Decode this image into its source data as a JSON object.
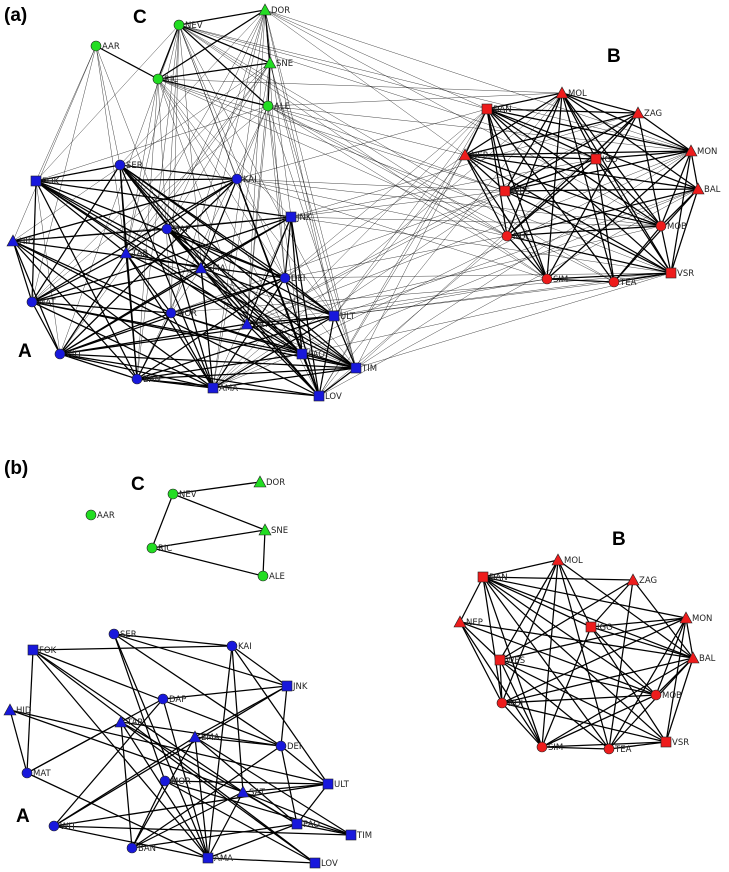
{
  "colors": {
    "A": "#1818dc",
    "B": "#ee1c1c",
    "C": "#22dd22"
  },
  "panels": [
    {
      "id": "a",
      "label": "(a)",
      "cluster_labels": {
        "A": "A",
        "B": "B",
        "C": "C"
      },
      "nodes": [
        {
          "id": "AAR",
          "label": "AAR",
          "group": "C",
          "shape": "circle"
        },
        {
          "id": "NEV",
          "label": "NEV",
          "group": "C",
          "shape": "circle"
        },
        {
          "id": "DOR",
          "label": "DOR",
          "group": "C",
          "shape": "triangle"
        },
        {
          "id": "SNE",
          "label": "SNE",
          "group": "C",
          "shape": "triangle"
        },
        {
          "id": "RIC",
          "label": "RIC",
          "group": "C",
          "shape": "circle"
        },
        {
          "id": "ALE",
          "label": "ALE",
          "group": "C",
          "shape": "circle"
        },
        {
          "id": "FOK",
          "label": "FOK",
          "group": "A",
          "shape": "square"
        },
        {
          "id": "SER",
          "label": "SER",
          "group": "A",
          "shape": "circle"
        },
        {
          "id": "KAI",
          "label": "KAI",
          "group": "A",
          "shape": "circle"
        },
        {
          "id": "JNK",
          "label": "JNK",
          "group": "A",
          "shape": "square"
        },
        {
          "id": "HID",
          "label": "HID",
          "group": "A",
          "shape": "triangle"
        },
        {
          "id": "DAP",
          "label": "DAP",
          "group": "A",
          "shape": "circle"
        },
        {
          "id": "TAR",
          "label": "TAR",
          "group": "A",
          "shape": "triangle"
        },
        {
          "id": "EMA",
          "label": "EMA",
          "group": "A",
          "shape": "triangle"
        },
        {
          "id": "DEI",
          "label": "DEI",
          "group": "A",
          "shape": "circle"
        },
        {
          "id": "MAT",
          "label": "MAT",
          "group": "A",
          "shape": "circle"
        },
        {
          "id": "MOR",
          "label": "MOR",
          "group": "A",
          "shape": "circle"
        },
        {
          "id": "SAT",
          "label": "SAT",
          "group": "A",
          "shape": "triangle"
        },
        {
          "id": "ULT",
          "label": "ULT",
          "group": "A",
          "shape": "square"
        },
        {
          "id": "WIT",
          "label": "WIT",
          "group": "A",
          "shape": "circle"
        },
        {
          "id": "BAN",
          "label": "BAN",
          "group": "A",
          "shape": "circle"
        },
        {
          "id": "AMA",
          "label": "AMA",
          "group": "A",
          "shape": "square"
        },
        {
          "id": "PAO",
          "label": "PAO",
          "group": "A",
          "shape": "square"
        },
        {
          "id": "TIM",
          "label": "TIM",
          "group": "A",
          "shape": "square"
        },
        {
          "id": "LOV",
          "label": "LOV",
          "group": "A",
          "shape": "square"
        },
        {
          "id": "DAN",
          "label": "DAN",
          "group": "B",
          "shape": "square"
        },
        {
          "id": "MOL",
          "label": "MOL",
          "group": "B",
          "shape": "triangle"
        },
        {
          "id": "ZAG",
          "label": "ZAG",
          "group": "B",
          "shape": "triangle"
        },
        {
          "id": "NEP",
          "label": "NEP",
          "group": "B",
          "shape": "triangle"
        },
        {
          "id": "IGO",
          "label": "IGO",
          "group": "B",
          "shape": "square"
        },
        {
          "id": "MON",
          "label": "MON",
          "group": "B",
          "shape": "triangle"
        },
        {
          "id": "WES",
          "label": "WES",
          "group": "B",
          "shape": "square"
        },
        {
          "id": "BAL",
          "label": "BAL",
          "group": "B",
          "shape": "triangle"
        },
        {
          "id": "MOB",
          "label": "MOB",
          "group": "B",
          "shape": "circle"
        },
        {
          "id": "NUI",
          "label": "NUI",
          "group": "B",
          "shape": "circle"
        },
        {
          "id": "SIM",
          "label": "SIM",
          "group": "B",
          "shape": "circle"
        },
        {
          "id": "TEA",
          "label": "TEA",
          "group": "B",
          "shape": "circle"
        },
        {
          "id": "VSR",
          "label": "VSR",
          "group": "B",
          "shape": "square"
        }
      ]
    },
    {
      "id": "b",
      "label": "(b)",
      "cluster_labels": {
        "A": "A",
        "B": "B",
        "C": "C"
      },
      "nodes": [
        {
          "id": "AAR",
          "label": "AAR",
          "group": "C",
          "shape": "circle"
        },
        {
          "id": "NEV",
          "label": "NEV",
          "group": "C",
          "shape": "circle"
        },
        {
          "id": "DOR",
          "label": "DOR",
          "group": "C",
          "shape": "triangle"
        },
        {
          "id": "SNE",
          "label": "SNE",
          "group": "C",
          "shape": "triangle"
        },
        {
          "id": "RIC",
          "label": "RIC",
          "group": "C",
          "shape": "circle"
        },
        {
          "id": "ALE",
          "label": "ALE",
          "group": "C",
          "shape": "circle"
        },
        {
          "id": "FOK",
          "label": "FOK",
          "group": "A",
          "shape": "square"
        },
        {
          "id": "SER",
          "label": "SER",
          "group": "A",
          "shape": "circle"
        },
        {
          "id": "KAI",
          "label": "KAI",
          "group": "A",
          "shape": "circle"
        },
        {
          "id": "JNK",
          "label": "JNK",
          "group": "A",
          "shape": "square"
        },
        {
          "id": "HID",
          "label": "HID",
          "group": "A",
          "shape": "triangle"
        },
        {
          "id": "DAP",
          "label": "DAP",
          "group": "A",
          "shape": "circle"
        },
        {
          "id": "TAR",
          "label": "TAR",
          "group": "A",
          "shape": "triangle"
        },
        {
          "id": "EMA",
          "label": "EMA",
          "group": "A",
          "shape": "triangle"
        },
        {
          "id": "DEI",
          "label": "DEI",
          "group": "A",
          "shape": "circle"
        },
        {
          "id": "MAT",
          "label": "MAT",
          "group": "A",
          "shape": "circle"
        },
        {
          "id": "MOR",
          "label": "MOR",
          "group": "A",
          "shape": "circle"
        },
        {
          "id": "SAT",
          "label": "SAT",
          "group": "A",
          "shape": "triangle"
        },
        {
          "id": "ULT",
          "label": "ULT",
          "group": "A",
          "shape": "square"
        },
        {
          "id": "WIT",
          "label": "WIT",
          "group": "A",
          "shape": "circle"
        },
        {
          "id": "BAN",
          "label": "BAN",
          "group": "A",
          "shape": "circle"
        },
        {
          "id": "AMA",
          "label": "AMA",
          "group": "A",
          "shape": "square"
        },
        {
          "id": "PAO",
          "label": "PAO",
          "group": "A",
          "shape": "square"
        },
        {
          "id": "TIM",
          "label": "TIM",
          "group": "A",
          "shape": "square"
        },
        {
          "id": "LOV",
          "label": "LOV",
          "group": "A",
          "shape": "square"
        },
        {
          "id": "DAN",
          "label": "DAN",
          "group": "B",
          "shape": "square"
        },
        {
          "id": "MOL",
          "label": "MOL",
          "group": "B",
          "shape": "triangle"
        },
        {
          "id": "ZAG",
          "label": "ZAG",
          "group": "B",
          "shape": "triangle"
        },
        {
          "id": "NEP",
          "label": "NEP",
          "group": "B",
          "shape": "triangle"
        },
        {
          "id": "IGO",
          "label": "IGO",
          "group": "B",
          "shape": "square"
        },
        {
          "id": "MON",
          "label": "MON",
          "group": "B",
          "shape": "triangle"
        },
        {
          "id": "WES",
          "label": "WES",
          "group": "B",
          "shape": "square"
        },
        {
          "id": "BAL",
          "label": "BAL",
          "group": "B",
          "shape": "triangle"
        },
        {
          "id": "MOB",
          "label": "MOB",
          "group": "B",
          "shape": "circle"
        },
        {
          "id": "NUI",
          "label": "NUI",
          "group": "B",
          "shape": "circle"
        },
        {
          "id": "SIM",
          "label": "SIM",
          "group": "B",
          "shape": "circle"
        },
        {
          "id": "TEA",
          "label": "TEA",
          "group": "B",
          "shape": "circle"
        },
        {
          "id": "VSR",
          "label": "VSR",
          "group": "B",
          "shape": "square"
        }
      ],
      "edges_C": [
        [
          "NEV",
          "DOR"
        ],
        [
          "NEV",
          "RIC"
        ],
        [
          "NEV",
          "SNE"
        ],
        [
          "RIC",
          "SNE"
        ],
        [
          "RIC",
          "ALE"
        ],
        [
          "SNE",
          "ALE"
        ]
      ]
    }
  ]
}
